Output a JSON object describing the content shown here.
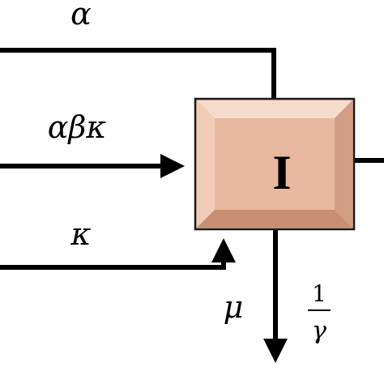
{
  "diagram": {
    "labels": {
      "alpha": "α",
      "alpha_beta_kappa": "αβκ",
      "kappa": "κ",
      "mu": "μ",
      "frac_numerator": "1",
      "frac_denominator": "γ"
    },
    "box": {
      "label": "I",
      "fill_color": "#e8b8a0",
      "bevel_light": "#f6dccd",
      "bevel_dark": "#c98f74",
      "border_color": "#1a1a1a"
    },
    "line_color": "#000000"
  }
}
